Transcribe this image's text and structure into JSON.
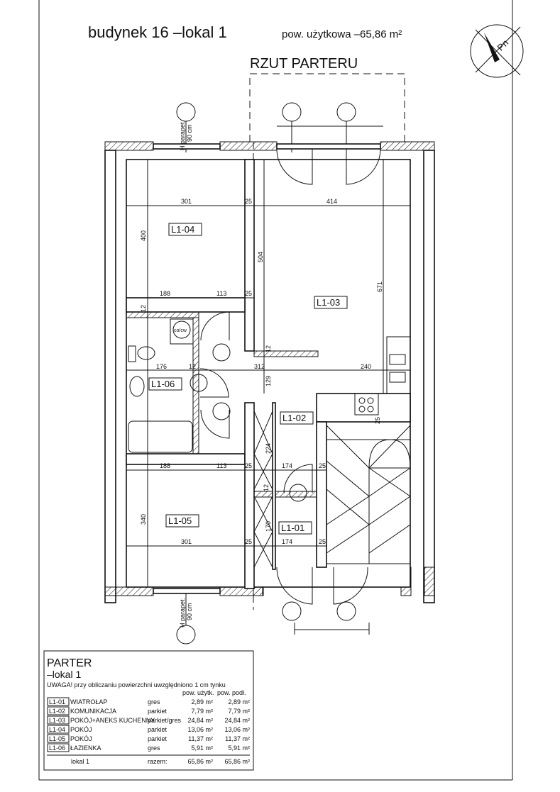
{
  "title": {
    "main": "budynek 16 –lokal 1",
    "sub": "pow. użytkowa –65,86 m²",
    "plan_name": "RZUT PARTERU"
  },
  "north_arrow": {
    "label": "Pn"
  },
  "rooms": {
    "l1_01": "L1-01",
    "l1_02": "L1-02",
    "l1_03": "L1-03",
    "l1_04": "L1-04",
    "l1_05": "L1-05",
    "l1_06": "L1-06"
  },
  "fixtures": {
    "boiler": "co/cw"
  },
  "window_notes": {
    "parapet": "H parapet.",
    "height": "90 cm"
  },
  "dims": [
    "301",
    "25",
    "414",
    "400",
    "504",
    "671",
    "188",
    "113",
    "25",
    "12",
    "176",
    "12",
    "312",
    "240",
    "129",
    "12",
    "224",
    "188",
    "113",
    "25",
    "174",
    "25",
    "12",
    "340",
    "170",
    "301",
    "25",
    "174",
    "25",
    "25"
  ],
  "legend": {
    "heading": "PARTER",
    "subheading": "–lokal 1",
    "note": "UWAGA! przy obliczaniu powierzchni uwzględniono 1 cm tynku",
    "col_usable": "pow. użytk.",
    "col_floor": "pow. podł.",
    "rows": [
      {
        "code": "L1-01",
        "name": "WIATROŁAP",
        "material": "gres",
        "usable": "2,89 m²",
        "floor": "2,89 m²"
      },
      {
        "code": "L1-02",
        "name": "KOMUNIKACJA",
        "material": "parkiet",
        "usable": "7,79 m²",
        "floor": "7,79 m²"
      },
      {
        "code": "L1-03",
        "name": "POKÓJ+ANEKS KUCHENNY",
        "material": "parkiet/gres",
        "usable": "24,84 m²",
        "floor": "24,84 m²"
      },
      {
        "code": "L1-04",
        "name": "POKÓJ",
        "material": "parkiet",
        "usable": "13,06 m²",
        "floor": "13,06 m²"
      },
      {
        "code": "L1-05",
        "name": "POKÓJ",
        "material": "parkiet",
        "usable": "11,37 m²",
        "floor": "11,37 m²"
      },
      {
        "code": "L1-06",
        "name": "ŁAZIENKA",
        "material": "gres",
        "usable": "5,91 m²",
        "floor": "5,91 m²"
      }
    ],
    "total_label": "lokal 1",
    "total_word": "razem:",
    "total_usable": "65,86 m²",
    "total_floor": "65,86 m²"
  }
}
